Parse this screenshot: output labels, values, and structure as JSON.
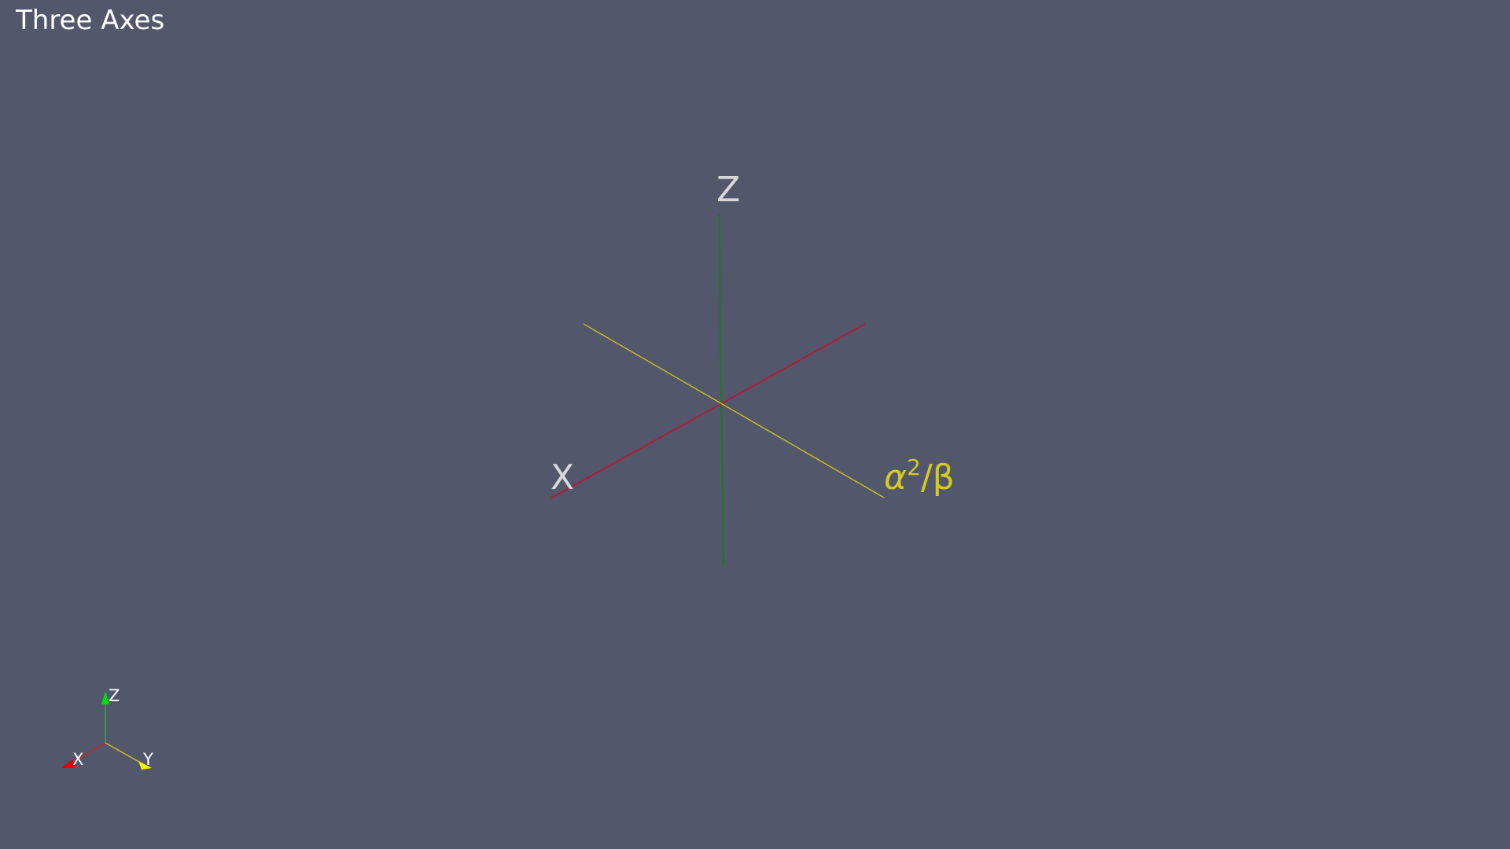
{
  "window": {
    "title": "Three Axes"
  },
  "scene": {
    "axes": [
      {
        "name": "x-axis",
        "label": "X",
        "color": "#c8102e",
        "label_color": "#d8d8d8"
      },
      {
        "name": "y-axis",
        "label": "α²/β",
        "label_base": "α",
        "label_sup": "2",
        "label_rest": "/β",
        "color": "#c8c21e",
        "label_color": "#d4cb1c"
      },
      {
        "name": "z-axis",
        "label": "Z",
        "color": "#1a7a1a",
        "label_color": "#d8d8d8"
      }
    ]
  },
  "orientation_widget": {
    "x_label": "X",
    "y_label": "Y",
    "z_label": "Z",
    "x_color": "#e00000",
    "y_color": "#f2f200",
    "z_color": "#00e000",
    "label_color": "#ffffff"
  }
}
